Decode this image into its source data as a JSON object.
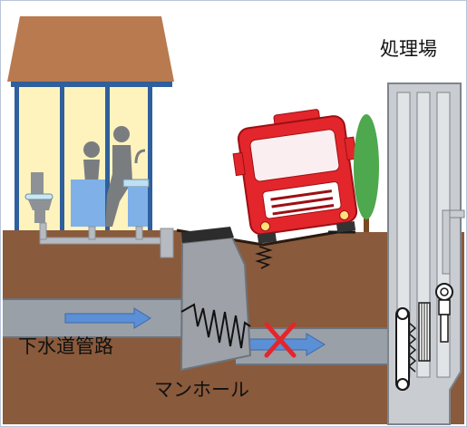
{
  "labels": {
    "treatment_plant": "処理場",
    "sewer_pipe": "下水道管路",
    "manhole": "マンホール"
  },
  "colors": {
    "sky": "#ffffff",
    "ground": "#8a5a3c",
    "roof": "#b97a4f",
    "house_wall": "#fff3bd",
    "house_frame": "#2f5f9c",
    "pipe": "#9aa0a8",
    "flow_arrow": "#5b8fd6",
    "manhole": "#9ea2a8",
    "plant": "#c9cdd2",
    "fire_truck": "#e3262b",
    "tree_leaves": "#4ea84e",
    "blocked_mark": "#e3262b"
  },
  "icons": [
    "toilet-icon",
    "person-icon",
    "sink-icon",
    "fire-truck-icon",
    "tree-icon",
    "screen-icon",
    "pump-icon",
    "crack-icon",
    "blocked-x-icon"
  ]
}
